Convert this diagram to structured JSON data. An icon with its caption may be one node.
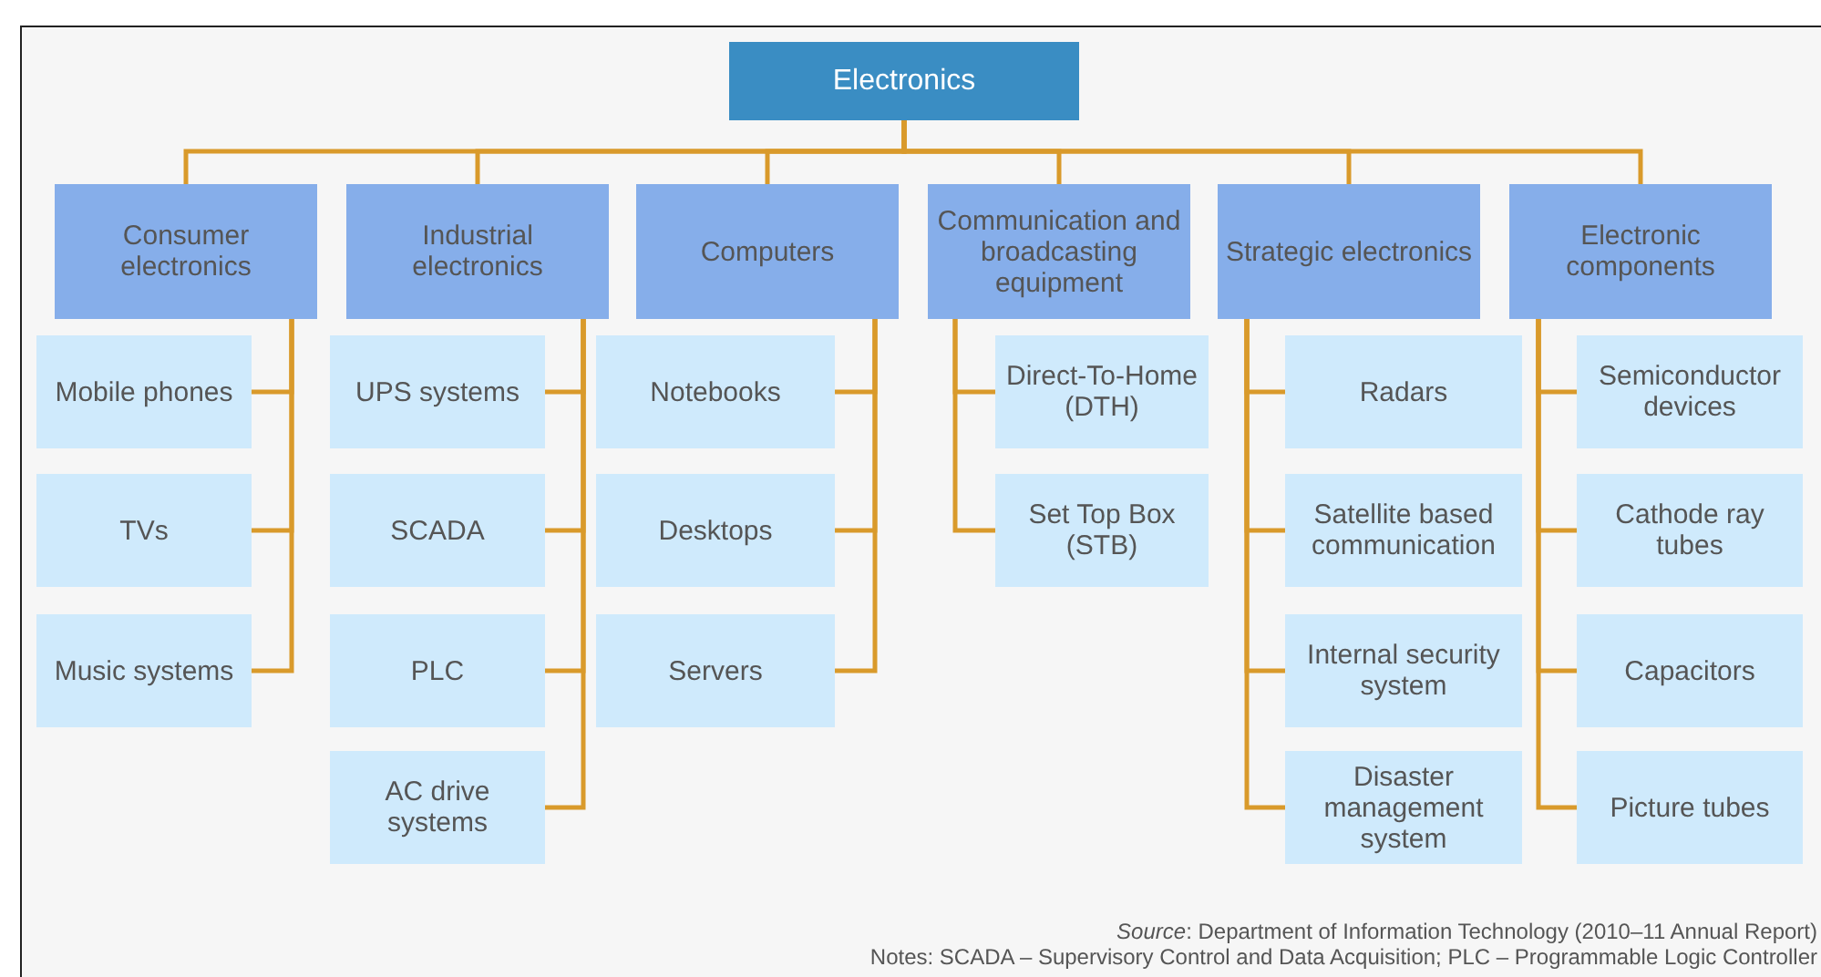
{
  "diagram": {
    "nodes": [
      {
        "text": [
          "Electronics"
        ]
      },
      {
        "text": [
          "Consumer electronics"
        ]
      },
      {
        "text": [
          "Industrial electronics"
        ]
      },
      {
        "text": [
          "Computers"
        ]
      },
      {
        "text": [
          "Communication and broadcasting equipment"
        ]
      },
      {
        "text": [
          "Strategic electronics"
        ]
      },
      {
        "text": [
          "Electronic components"
        ]
      },
      {
        "text": [
          "Mobile phones"
        ]
      },
      {
        "text": [
          "TVs"
        ]
      },
      {
        "text": [
          "Music systems"
        ]
      },
      {
        "text": [
          "UPS systems"
        ]
      },
      {
        "text": [
          "SCADA"
        ]
      },
      {
        "text": [
          "PLC"
        ]
      },
      {
        "text": [
          "AC drive systems"
        ]
      },
      {
        "text": [
          "Notebooks"
        ]
      },
      {
        "text": [
          "Desktops"
        ]
      },
      {
        "text": [
          "Servers"
        ]
      },
      {
        "text": [
          "Direct-To-Home (DTH)"
        ]
      },
      {
        "text": [
          "Set Top Box (STB)"
        ]
      },
      {
        "text": [
          "Radars"
        ]
      },
      {
        "text": [
          "Satellite based communication"
        ]
      },
      {
        "text": [
          "Internal security system"
        ]
      },
      {
        "text": [
          "Disaster management system"
        ]
      },
      {
        "text": [
          "Semiconductor devices"
        ]
      },
      {
        "text": [
          "Cathode ray tubes"
        ]
      },
      {
        "text": [
          "Capacitors"
        ]
      },
      {
        "text": [
          "Picture tubes"
        ]
      }
    ],
    "edges": [
      {
        "from": 0,
        "to": 1,
        "arrow": "none"
      },
      {
        "from": 0,
        "to": 2,
        "arrow": "none"
      },
      {
        "from": 0,
        "to": 3,
        "arrow": "none"
      },
      {
        "from": 0,
        "to": 4,
        "arrow": "none"
      },
      {
        "from": 0,
        "to": 5,
        "arrow": "none"
      },
      {
        "from": 0,
        "to": 6,
        "arrow": "none"
      },
      {
        "from": 1,
        "to": 7,
        "arrow": "none"
      },
      {
        "from": 1,
        "to": 8,
        "arrow": "none"
      },
      {
        "from": 1,
        "to": 9,
        "arrow": "none"
      },
      {
        "from": 2,
        "to": 10,
        "arrow": "none"
      },
      {
        "from": 2,
        "to": 11,
        "arrow": "none"
      },
      {
        "from": 2,
        "to": 12,
        "arrow": "none"
      },
      {
        "from": 2,
        "to": 13,
        "arrow": "none"
      },
      {
        "from": 3,
        "to": 14,
        "arrow": "none"
      },
      {
        "from": 3,
        "to": 15,
        "arrow": "none"
      },
      {
        "from": 3,
        "to": 16,
        "arrow": "none"
      },
      {
        "from": 4,
        "to": 17,
        "arrow": "none"
      },
      {
        "from": 4,
        "to": 18,
        "arrow": "none"
      },
      {
        "from": 5,
        "to": 19,
        "arrow": "none"
      },
      {
        "from": 5,
        "to": 20,
        "arrow": "none"
      },
      {
        "from": 5,
        "to": 21,
        "arrow": "none"
      },
      {
        "from": 5,
        "to": 22,
        "arrow": "none"
      },
      {
        "from": 6,
        "to": 23,
        "arrow": "none"
      },
      {
        "from": 6,
        "to": 24,
        "arrow": "none"
      },
      {
        "from": 6,
        "to": 25,
        "arrow": "none"
      },
      {
        "from": 6,
        "to": 26,
        "arrow": "none"
      }
    ],
    "labels": [
      "*Source*: Department of Information Technology (2010–11 Annual Report)",
      "Notes: SCADA – Supervisory Control and Data Acquisition; PLC – Programmable Logic Controller"
    ]
  }
}
